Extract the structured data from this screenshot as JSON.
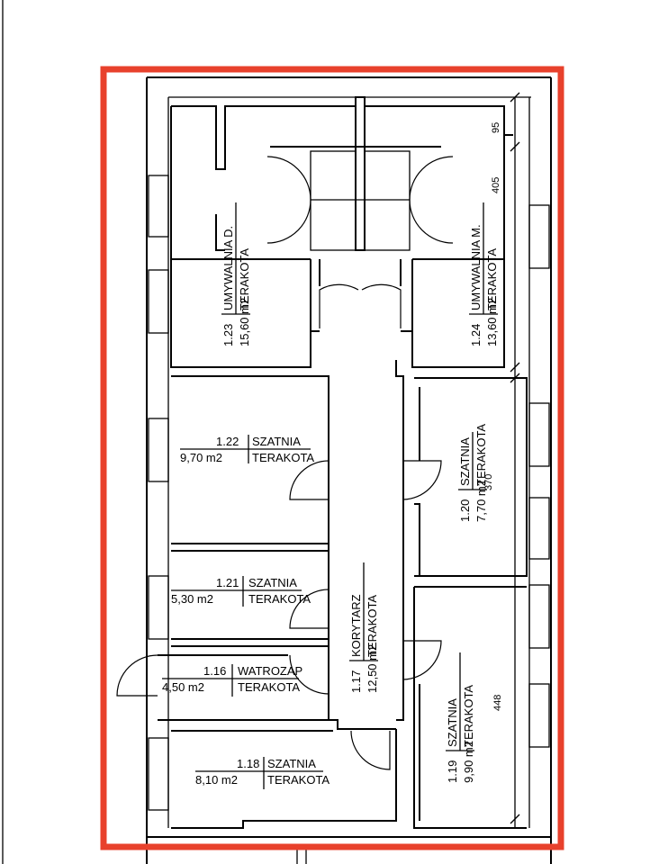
{
  "rooms": [
    {
      "id": "1.23",
      "name": "UMYWALNIA D.",
      "area": "15,60 m2",
      "floor": "TERAKOTA"
    },
    {
      "id": "1.24",
      "name": "UMYWALNIA M.",
      "area": "13,60 m2",
      "floor": "TERAKOTA"
    },
    {
      "id": "1.22",
      "name": "SZATNIA",
      "area": "9,70 m2",
      "floor": "TERAKOTA"
    },
    {
      "id": "1.20",
      "name": "SZATNIA",
      "area": "7,70 m2",
      "floor": "TERAKOTA"
    },
    {
      "id": "1.21",
      "name": "SZATNIA",
      "area": "5,30 m2",
      "floor": "TERAKOTA"
    },
    {
      "id": "1.17",
      "name": "KORYTARZ",
      "area": "12,50 m2",
      "floor": "TERAKOTA"
    },
    {
      "id": "1.16",
      "name": "WATROZAP",
      "area": "4,50 m2",
      "floor": "TERAKOTA"
    },
    {
      "id": "1.19",
      "name": "SZATNIA",
      "area": "9,90 m2",
      "floor": "TERAKOTA"
    },
    {
      "id": "1.18",
      "name": "SZATNIA",
      "area": "8,10 m2",
      "floor": "TERAKOTA"
    }
  ],
  "dimensions": [
    "95",
    "405",
    "370",
    "448"
  ],
  "colors": {
    "highlight": "#e8412c",
    "line": "#000000",
    "background": "#ffffff"
  }
}
